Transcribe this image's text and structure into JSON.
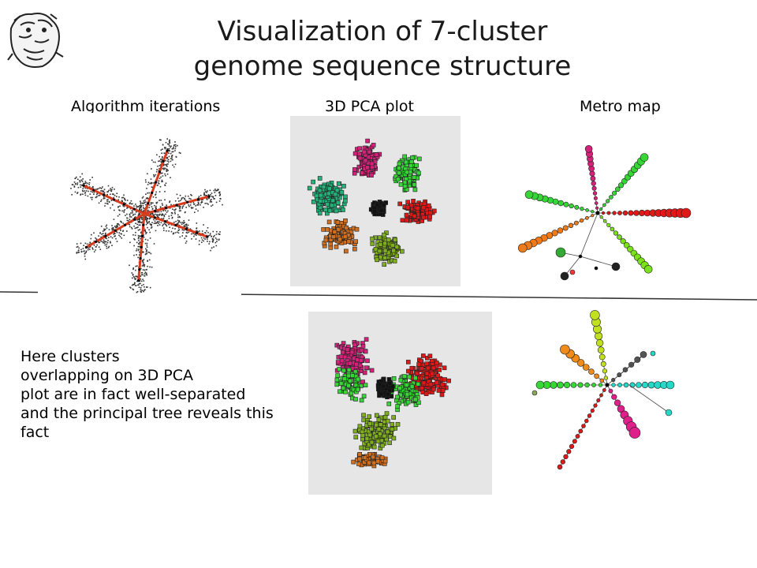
{
  "slide": {
    "title_line1": "Visualization of 7-cluster",
    "title_line2": "genome sequence structure"
  },
  "labels": {
    "algorithm": "Algorithm iterations",
    "pca": "3D PCA plot",
    "metro": "Metro map"
  },
  "note": {
    "line1": "Here clusters",
    "line2": "overlapping on 3D PCA",
    "line3": "plot are in fact well-separated",
    "line4": "and the principal tree reveals this",
    "line5": "fact"
  },
  "colors": {
    "pca_bg": "#e6e6e6",
    "tree_edge": "#d93a1c",
    "cluster_magenta": "#d6217a",
    "cluster_green": "#36d636",
    "cluster_red": "#e01818",
    "cluster_orange": "#d07020",
    "cluster_olive": "#7fae1e",
    "cluster_teal": "#22b27a",
    "cluster_dark": "#111111"
  },
  "icons": {
    "logo": "sketch-figure-logo"
  }
}
